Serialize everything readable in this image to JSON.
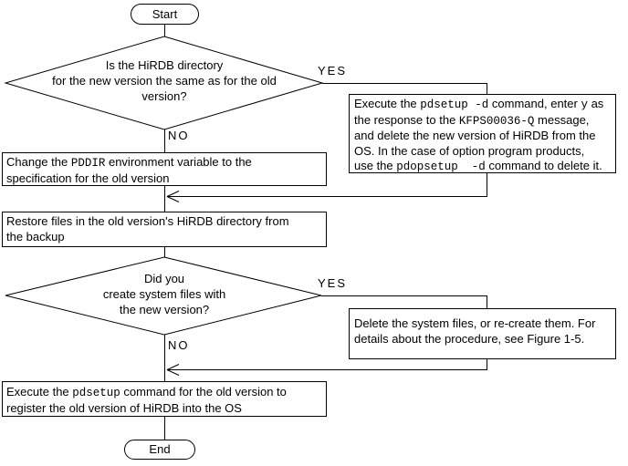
{
  "colors": {
    "background": "#ffffff",
    "line": "#000000",
    "text": "#000000"
  },
  "flowchart": {
    "start_label": "Start",
    "end_label": "End",
    "decision_directory": {
      "lines": [
        "Is the HiRDB directory",
        "for the new version the same as for the old",
        "version?"
      ],
      "yes_label": "YES",
      "no_label": "NO"
    },
    "decision_system_files": {
      "lines": [
        "Did you",
        "create system files with",
        "the new version?"
      ],
      "yes_label": "YES",
      "no_label": "NO"
    },
    "process_change_pddir": {
      "lines": [
        [
          {
            "t": "Change the "
          },
          {
            "t": "PDDIR",
            "m": true
          },
          {
            "t": " environment variable to the"
          }
        ],
        [
          {
            "t": "specification for the old version"
          }
        ]
      ]
    },
    "process_delete_new_version": {
      "lines": [
        [
          {
            "t": "Execute the "
          },
          {
            "t": "pdsetup -d",
            "m": true
          },
          {
            "t": " command, enter "
          },
          {
            "t": "y",
            "m": true
          },
          {
            "t": " as"
          }
        ],
        [
          {
            "t": "the response to the "
          },
          {
            "t": "KFPS00036-Q",
            "m": true
          },
          {
            "t": " message,"
          }
        ],
        [
          {
            "t": "and delete the new version of HiRDB from the"
          }
        ],
        [
          {
            "t": "OS. In the case of option program products,"
          }
        ],
        [
          {
            "t": "use the "
          },
          {
            "t": "pdopsetup  -d",
            "m": true
          },
          {
            "t": " command to delete it."
          }
        ]
      ]
    },
    "process_restore_files": {
      "lines": [
        "Restore files in the old version's HiRDB directory from",
        "the backup"
      ]
    },
    "process_delete_system_files": {
      "lines": [
        "Delete the system files, or re-create them. For",
        "details about the procedure, see Figure 1-5."
      ]
    },
    "process_register_old_version": {
      "lines": [
        [
          {
            "t": "Execute the "
          },
          {
            "t": "pdsetup",
            "m": true
          },
          {
            "t": " command for the old version to"
          }
        ],
        [
          {
            "t": "register the old version of HiRDB into the OS"
          }
        ]
      ]
    }
  }
}
